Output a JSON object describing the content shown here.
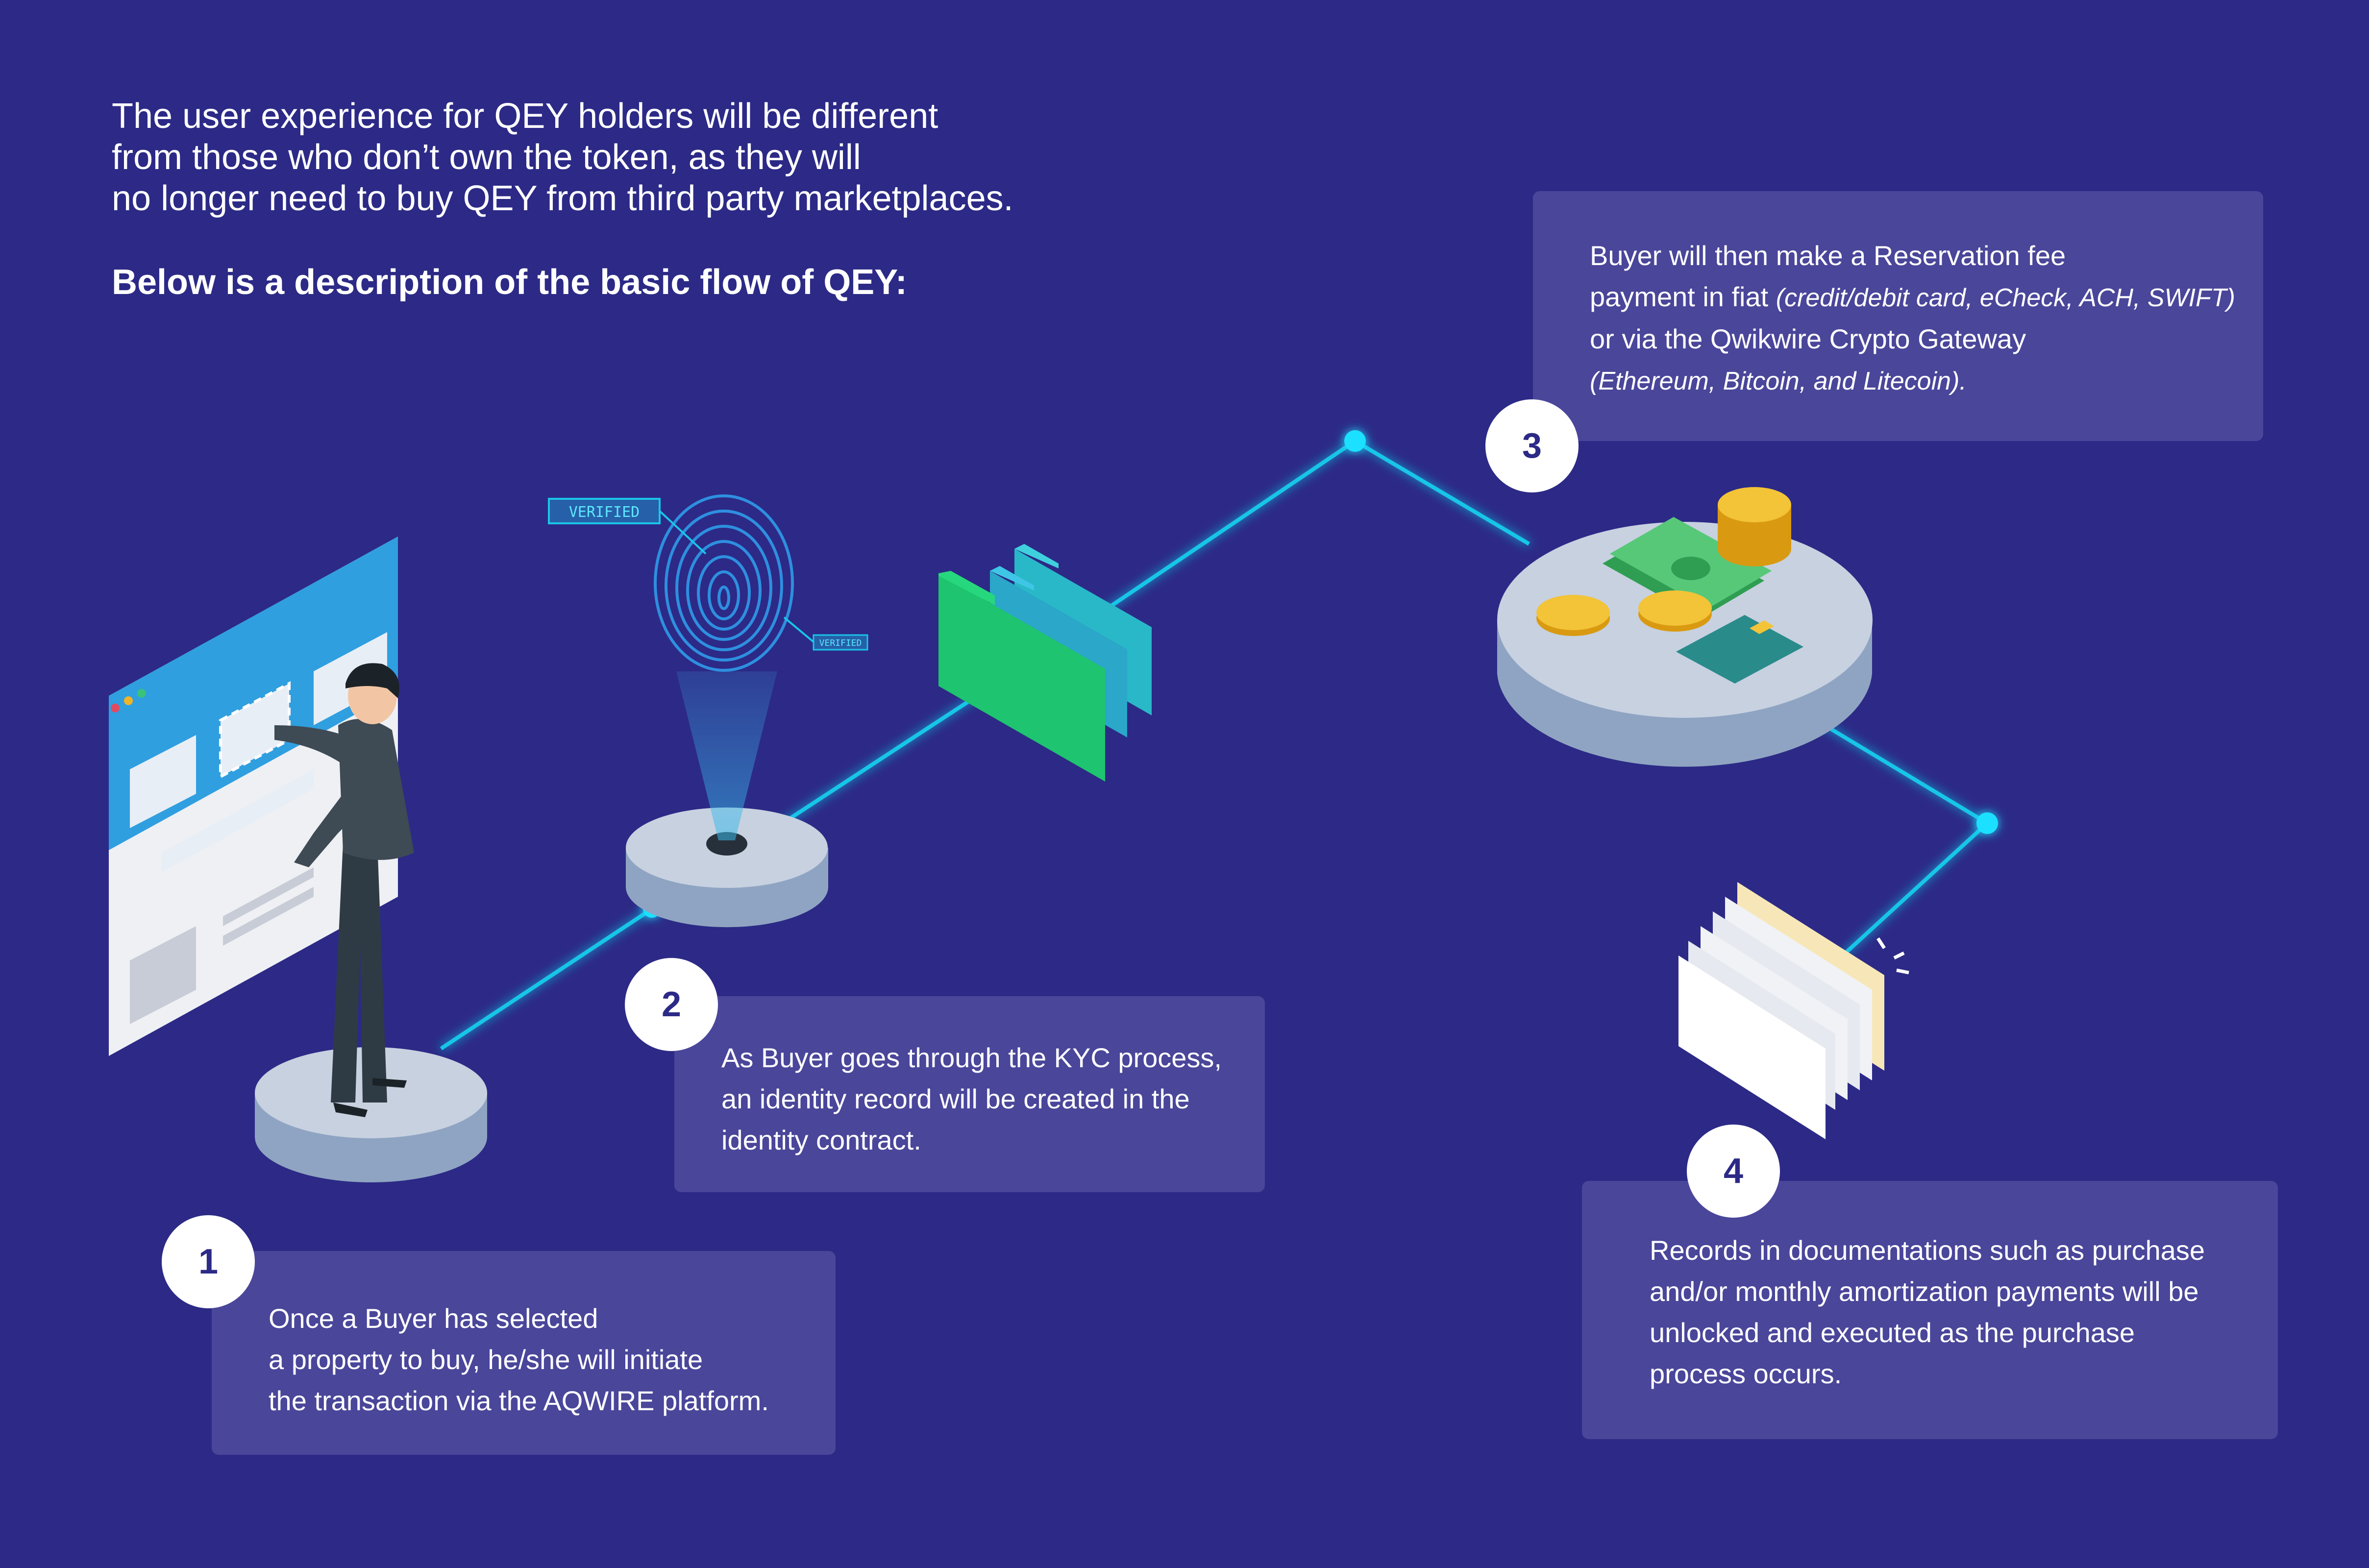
{
  "intro": {
    "lines": [
      "The user experience for QEY holders will be different",
      "from those who don’t own the token, as they will",
      "no longer need to buy QEY from third party marketplaces."
    ],
    "flow_heading": "Below is a description of the basic flow of QEY:"
  },
  "illustration": {
    "verified_tag": "VERIFIED",
    "verified_tag_small": "VERIFIED"
  },
  "steps": [
    {
      "number": "1",
      "lines": [
        "Once a Buyer has selected",
        "a property to buy, he/she will initiate",
        "the transaction via the AQWIRE platform."
      ]
    },
    {
      "number": "2",
      "lines": [
        "As Buyer goes through the KYC process,",
        "an identity record will be created in the",
        "identity contract."
      ]
    },
    {
      "number": "3",
      "line1": "Buyer will then make a Reservation fee",
      "line2_plain": "payment in fiat ",
      "line2_italic": "(credit/debit card, eCheck, ACH, SWIFT)",
      "line3": "or via the Qwikwire Crypto Gateway",
      "line4_italic": "(Ethereum, Bitcoin, and Litecoin)."
    },
    {
      "number": "4",
      "lines": [
        "Records in documentations such as purchase",
        "and/or monthly amortization payments will be",
        "unlocked and executed as the purchase",
        "process occurs."
      ]
    }
  ],
  "colors": {
    "background": "#2c2a86",
    "text_box": "#4a469a",
    "connector": "#19c6e8",
    "badge": "#ffffff"
  }
}
